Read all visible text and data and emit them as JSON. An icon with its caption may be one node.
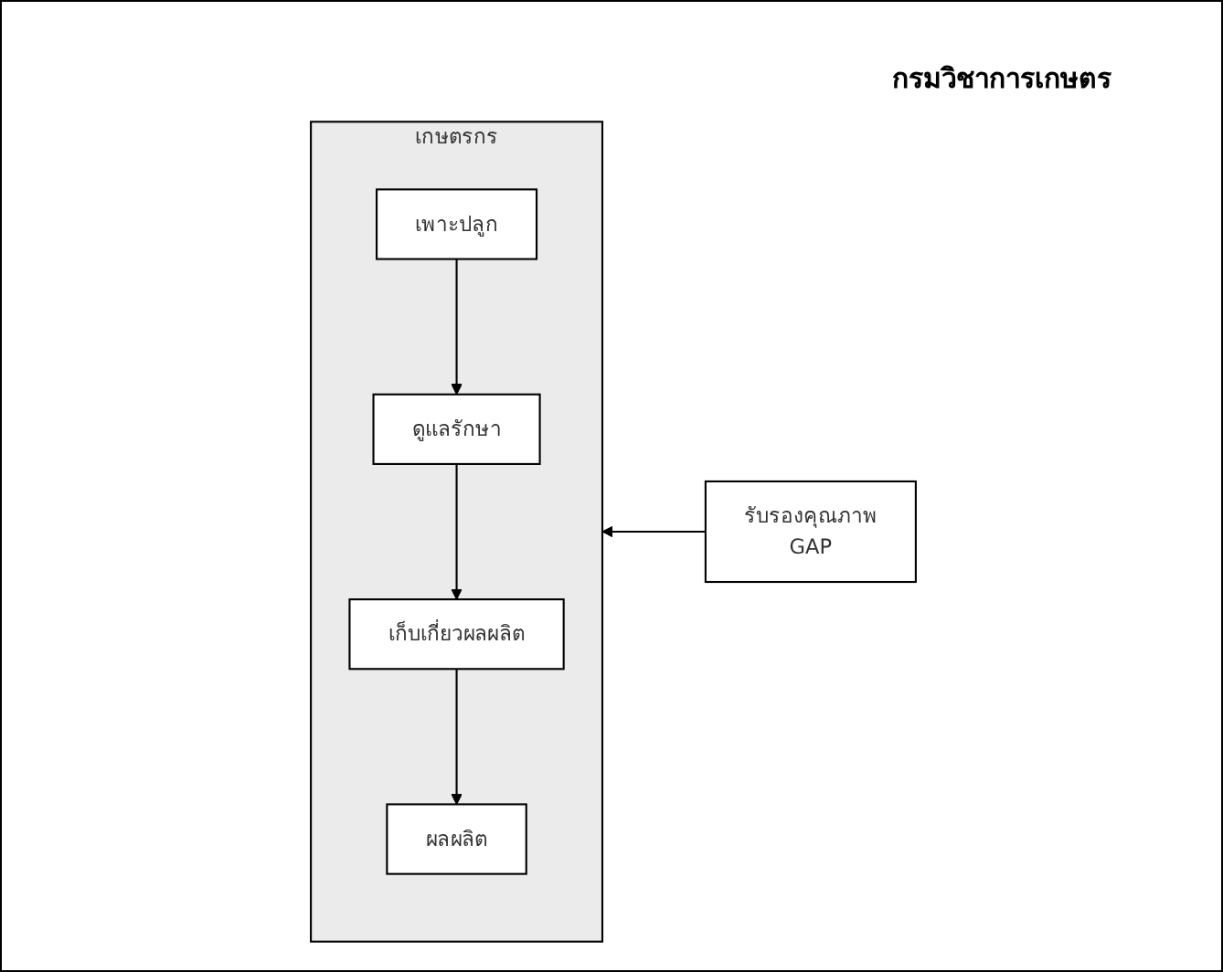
{
  "diagram": {
    "nodes": [
      {
        "text": [
          "เกษตรกร"
        ]
      },
      {
        "text": [
          "เพาะปลูก"
        ],
        "in": 0
      },
      {
        "text": [
          "ดูแลรักษา"
        ],
        "in": 0
      },
      {
        "text": [
          "เก็บเกี่ยวผลผลิต"
        ],
        "in": 0
      },
      {
        "text": [
          "ผลผลิต"
        ],
        "in": 0
      },
      {
        "text": [
          "รับรองคุณภาพ",
          "GAP"
        ]
      }
    ],
    "edges": [
      {
        "from": 1,
        "to": 2,
        "arrow": "to"
      },
      {
        "from": 2,
        "to": 3,
        "arrow": "to"
      },
      {
        "from": 3,
        "to": 4,
        "arrow": "to"
      },
      {
        "from": 5,
        "to": 0,
        "arrow": "to"
      }
    ],
    "labels": [
      "กรมวิชาการเกษตร"
    ]
  }
}
